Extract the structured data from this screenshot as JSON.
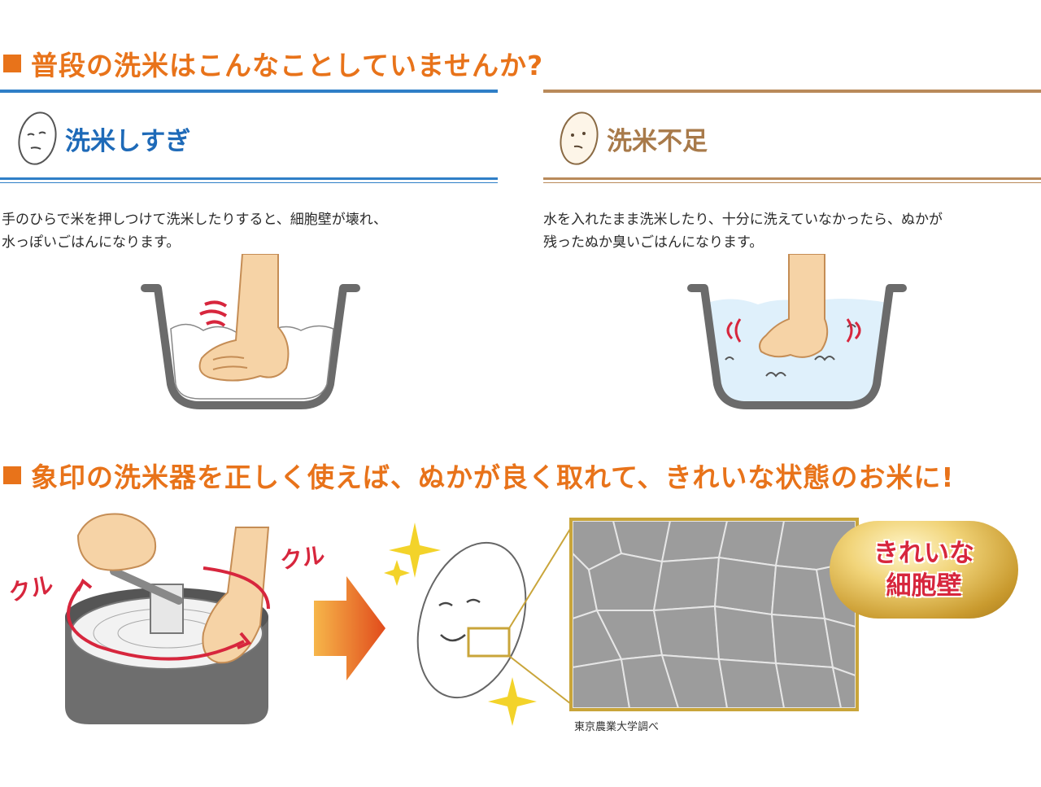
{
  "section1": {
    "heading": "普段の洗米はこんなことしていませんか?"
  },
  "left_column": {
    "title": "洗米しすぎ",
    "description_line1": "手のひらで米を押しつけて洗米したりすると、細胞壁が壊れ、",
    "description_line2": "水っぽいごはんになります。",
    "icon": "rice-grain-face-icon"
  },
  "right_column": {
    "title": "洗米不足",
    "description_line1": "水を入れたまま洗米したり、十分に洗えていなかったら、ぬかが",
    "description_line2": "残ったぬか臭いごはんになります。",
    "icon": "rice-grain-face-icon"
  },
  "section2": {
    "heading": "象印の洗米器を正しく使えば、ぬかが良く取れて、きれいな状態のお米に!",
    "kuru_left": "クル",
    "kuru_right": "クル",
    "badge_line1": "きれいな",
    "badge_line2": "細胞壁",
    "caption": "東京農業大学調べ"
  },
  "colors": {
    "accent_orange": "#e8731a",
    "blue": "#1e6ab8",
    "brown": "#a87a4a",
    "red": "#d7263d"
  }
}
